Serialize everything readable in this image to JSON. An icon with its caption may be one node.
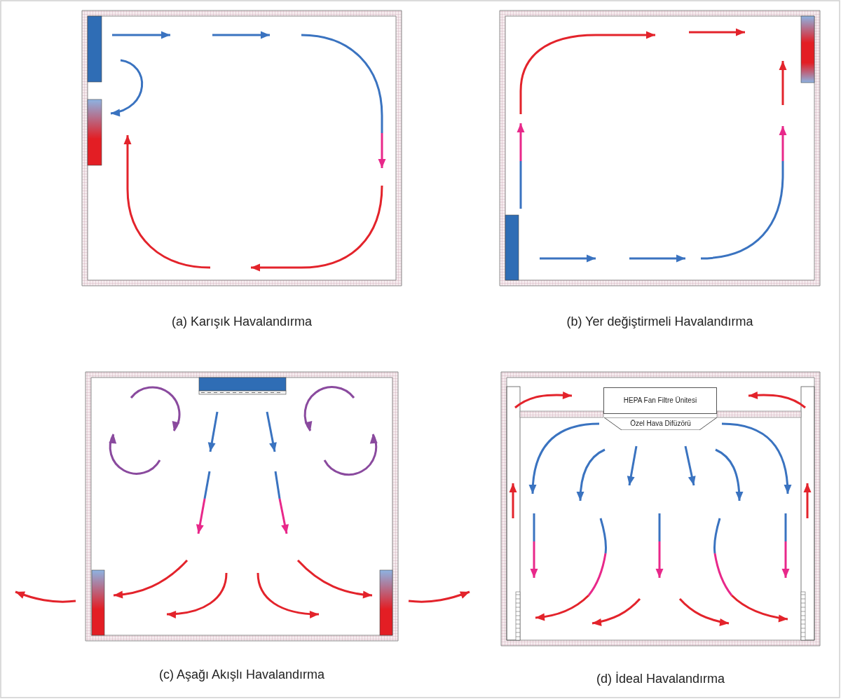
{
  "diagram": {
    "nodes": [
      {
        "text": [
          "HEPA Fan Filtre Ünitesi"
        ]
      },
      {
        "text": [
          "Özel Hava Difüzörü"
        ]
      }
    ],
    "labels": [
      "(a) Karışık Havalandırma",
      "(b) Yer değiştirmeli Havalandırma",
      "(c) Aşağı Akışlı Havalandırma",
      "(d) İdeal Havalandırma"
    ]
  }
}
